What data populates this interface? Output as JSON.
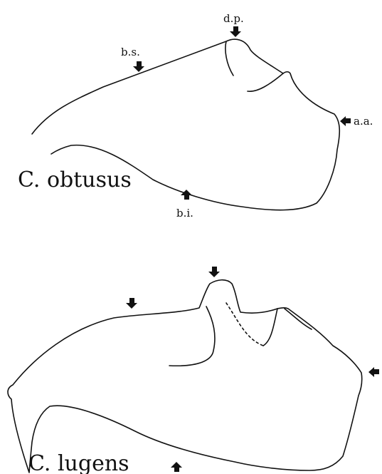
{
  "specimens": [
    {
      "name": "C. obtusus",
      "labels": {
        "dorsal_process": "d.p.",
        "basal_superior": "b.s.",
        "anterior_angle": "a.a.",
        "basal_inferior": "b.i."
      }
    },
    {
      "name": "C. lugens"
    }
  ],
  "colors": {
    "line": "#111111",
    "background": "#ffffff"
  }
}
